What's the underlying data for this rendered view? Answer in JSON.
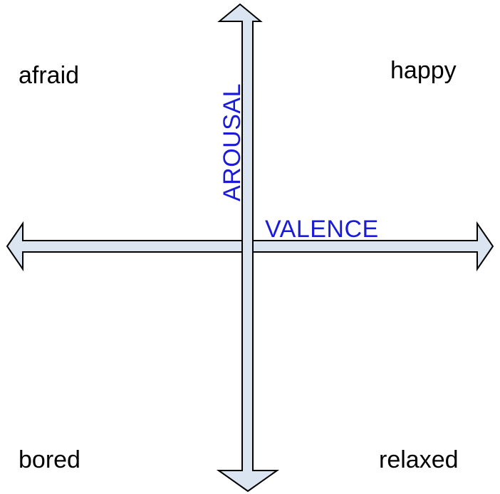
{
  "axes": {
    "horizontal_label": "VALENCE",
    "vertical_label": "AROUSAL"
  },
  "quadrants": {
    "top_left": "afraid",
    "top_right": "happy",
    "bottom_left": "bored",
    "bottom_right": "relaxed"
  },
  "colors": {
    "arrow_fill": "#dbe5f1",
    "arrow_stroke": "#000000",
    "axis_label": "#1a1adc",
    "quadrant_label": "#000000"
  }
}
